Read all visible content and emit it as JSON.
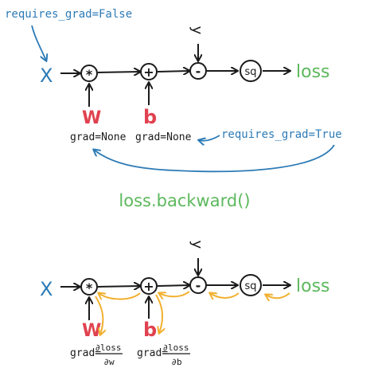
{
  "colors": {
    "ink": "#1b1b1b",
    "blue": "#2d7bb6",
    "red": "#e0424f",
    "green": "#5cb85c",
    "orange": "#f2b02e"
  },
  "forward": {
    "annotation_false": "requires_grad=False",
    "annotation_true": "requires_grad=True",
    "x": "X",
    "w": "W",
    "b": "b",
    "y": "y",
    "op_mul": "*",
    "op_add": "+",
    "op_sub": "-",
    "op_sq": "sq",
    "loss": "loss",
    "grad_w": "grad=None",
    "grad_b": "grad=None"
  },
  "backward_title": "loss.backward()",
  "backward": {
    "x": "X",
    "w": "W",
    "b": "b",
    "y": "y",
    "op_mul": "*",
    "op_add": "+",
    "op_sub": "-",
    "op_sq": "sq",
    "loss": "loss",
    "grad_prefix_w": "grad=",
    "grad_num_w": "∂loss",
    "grad_den_w": "∂w",
    "grad_prefix_b": "grad=",
    "grad_num_b": "∂loss",
    "grad_den_b": "∂b"
  }
}
